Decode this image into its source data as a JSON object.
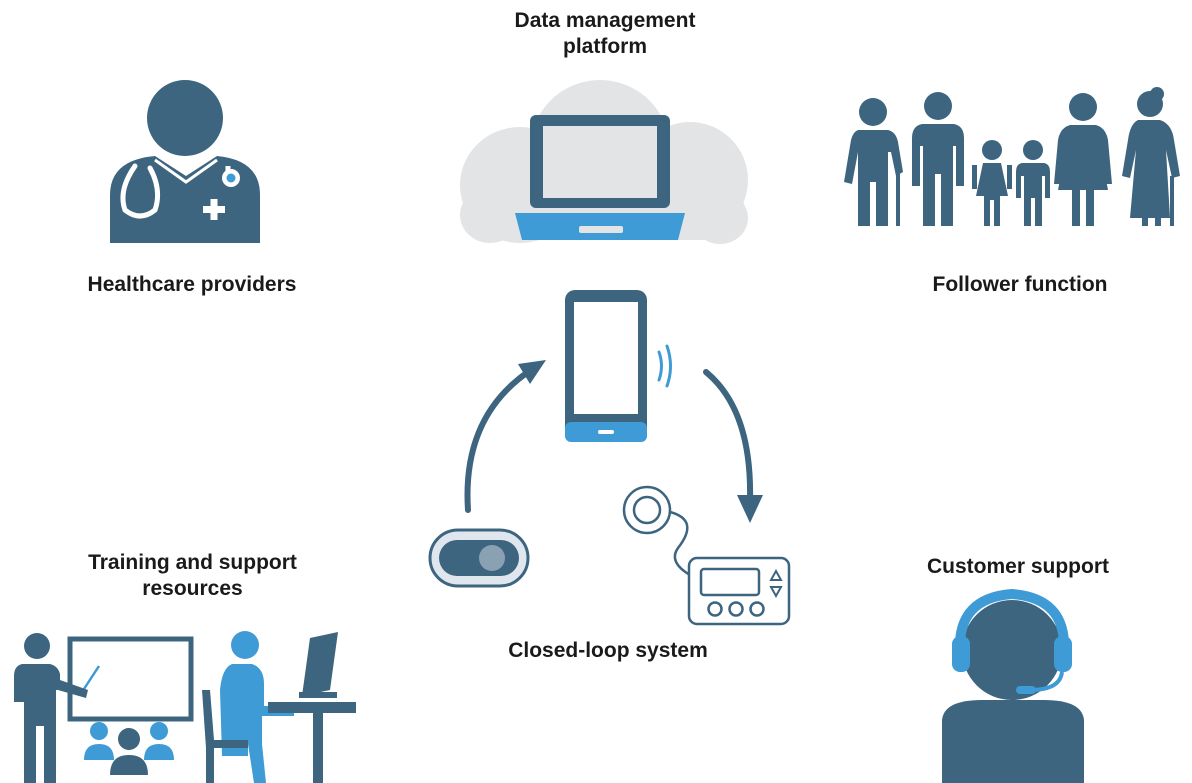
{
  "nodes": {
    "data_platform": {
      "label_line1": "Data management",
      "label_line2": "platform",
      "icon": "cloud-laptop-icon"
    },
    "healthcare": {
      "label": "Healthcare providers",
      "icon": "doctor-icon"
    },
    "follower": {
      "label": "Follower function",
      "icon": "family-icon"
    },
    "training": {
      "label_line1": "Training and support",
      "label_line2": "resources",
      "icon": "training-icon"
    },
    "customer": {
      "label": "Customer support",
      "icon": "headset-agent-icon"
    },
    "closed_loop": {
      "label": "Closed-loop system",
      "icons": [
        "smartphone-icon",
        "cgm-sensor-icon",
        "insulin-pump-icon",
        "infusion-set-icon",
        "cycle-arrow-icon"
      ]
    }
  },
  "colors": {
    "dark_blue": "#3d6580",
    "light_blue": "#3f9bd6",
    "cloud_gray": "#e3e4e6",
    "text": "#1a1a1a"
  }
}
